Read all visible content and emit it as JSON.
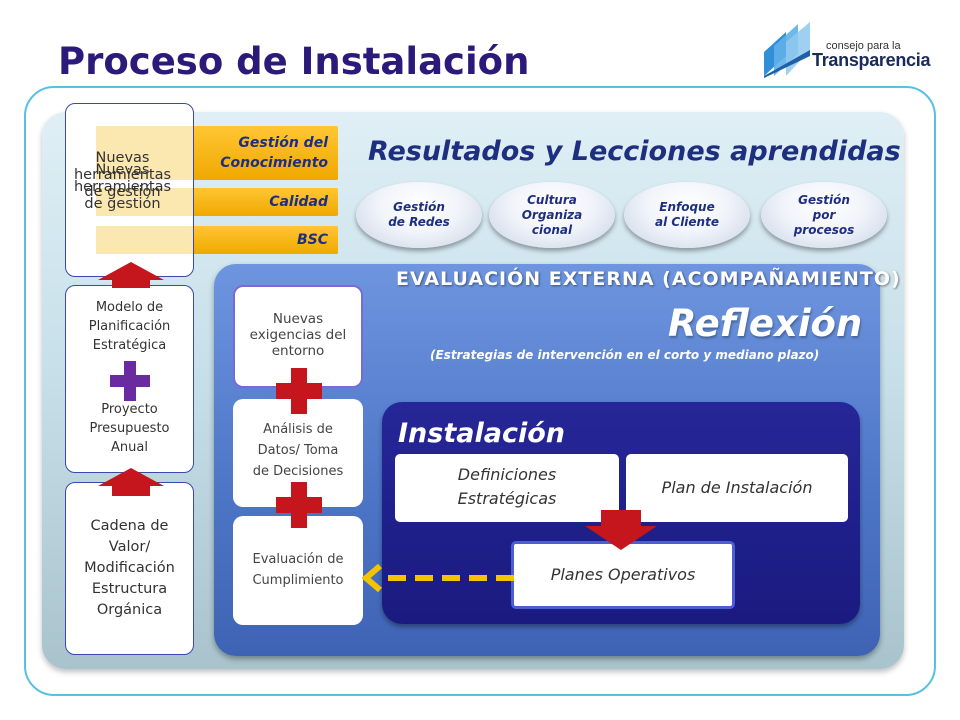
{
  "header": {
    "title": "Proceso de Instalación",
    "logo_small": "consejo para la",
    "logo_big": "Transparencia"
  },
  "results": {
    "title": "Resultados y Lecciones aprendidas",
    "ovals": [
      "Gestión\nde Redes",
      "Cultura\nOrganiza\ncional",
      "Enfoque\nal Cliente",
      "Gestión\npor\nprocesos"
    ]
  },
  "gold_bars": [
    "Gestión del\nConocimiento",
    "Calidad",
    "BSC"
  ],
  "left_column": {
    "tools": "Nuevas\nherramientas\nde gestión",
    "planning": "Modelo de\nPlanificación\nEstratégica",
    "budget": "Proyecto\nPresupuesto\nAnual",
    "chain": "Cadena de\nValor/\nModificación\nEstructura\nOrgánica"
  },
  "evaluation": {
    "title": "EVALUACIÓN EXTERNA (ACOMPAÑAMIENTO)",
    "reflexion": "Reflexión",
    "reflexion_sub": "(Estrategias de intervención en el corto y mediano plazo)"
  },
  "stack": {
    "needs": "Nuevas\nexigencias del\nentorno",
    "analysis": "Análisis de\nDatos/ Toma\nde Decisiones",
    "compliance": "Evaluación de\nCumplimiento"
  },
  "installation": {
    "title": "Instalación",
    "definitions": "Definiciones\nEstratégicas",
    "plan": "Plan de Instalación",
    "operative": "Planes Operativos"
  },
  "colors": {
    "title": "#2b1a7a",
    "gold": "#f5b400",
    "red": "#c4161c",
    "purple": "#6a2aa0",
    "dark_blue": "#1a1a80",
    "arrow_yellow": "#f5c400"
  }
}
